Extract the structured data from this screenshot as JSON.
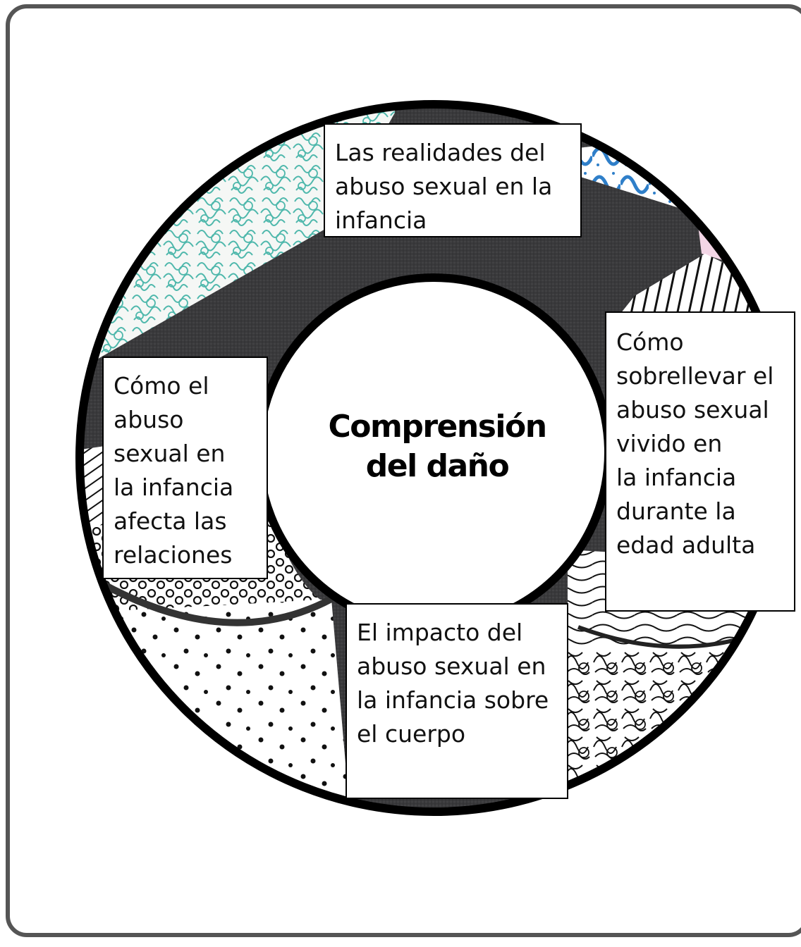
{
  "diagram": {
    "center_title": "Comprensión\ndel daño",
    "labels": {
      "top": "Las realidades del\nabuso sexual en la\ninfancia",
      "right": "Cómo\nsobrellevar el\nabuso sexual\nvivido en\nla infancia\ndurante la\nedad adulta",
      "left": "Cómo el\nabuso\nsexual en\nla infancia\nafecta las\nrelaciones",
      "bottom": "El impacto del\nabuso sexual en\nla infancia sobre\nel cuerpo"
    }
  },
  "colors": {
    "frame_border": "#555555",
    "ring": "#000000",
    "dark_fill": "#3a3a3c",
    "teal_pattern": "#4fb8ac",
    "blue_pattern": "#2f7fc9",
    "pink_pattern": "#d24a93",
    "ink": "#111111"
  }
}
